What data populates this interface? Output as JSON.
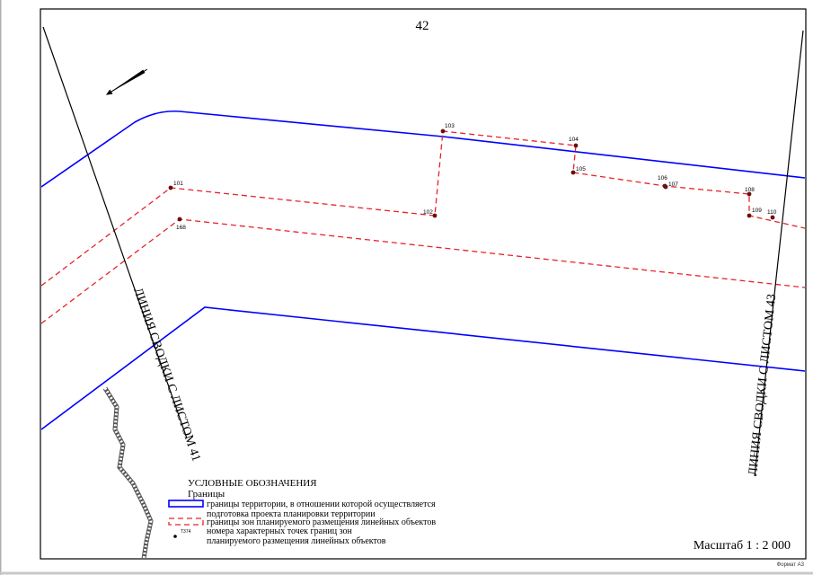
{
  "sheet_number": "42",
  "sheet_format": "Формат А3",
  "scale_label": "Масштаб 1 : 2 000",
  "match_lines": {
    "left": "ЛИНИЯ СВОДКИ С ЛИСТОМ 41",
    "right": "ЛИНИЯ СВОДКИ С ЛИСТОМ 43"
  },
  "points": [
    {
      "id": "101",
      "label": "101"
    },
    {
      "id": "102",
      "label": "102"
    },
    {
      "id": "103",
      "label": "103"
    },
    {
      "id": "104",
      "label": "104"
    },
    {
      "id": "105",
      "label": "105"
    },
    {
      "id": "106",
      "label": "106"
    },
    {
      "id": "107",
      "label": "107"
    },
    {
      "id": "108",
      "label": "108"
    },
    {
      "id": "109",
      "label": "109"
    },
    {
      "id": "110",
      "label": "110"
    },
    {
      "id": "168",
      "label": "168"
    }
  ],
  "legend": {
    "title": "УСЛОВНЫЕ ОБОЗНАЧЕНИЯ",
    "subtitle": "Границы",
    "items": [
      {
        "kind": "territory-boundary",
        "color": "#0000ff",
        "line1": "границы территории, в отношении которой осуществляется",
        "line2": "подготовка проекта планировки территории"
      },
      {
        "kind": "zone-boundary",
        "color": "#ff0000",
        "line1": "границы зон планируемого размещения линейных объектов"
      },
      {
        "kind": "point",
        "color": "#000000",
        "sample_label": "Т374",
        "line1": "номера характерных точек границ зон",
        "line2": "планируемого размещения линейных объектов"
      }
    ]
  },
  "colors": {
    "territory": "#0000ff",
    "zone": "#e8232b",
    "point_marker": "#6b0f0f",
    "frame": "#000000"
  }
}
